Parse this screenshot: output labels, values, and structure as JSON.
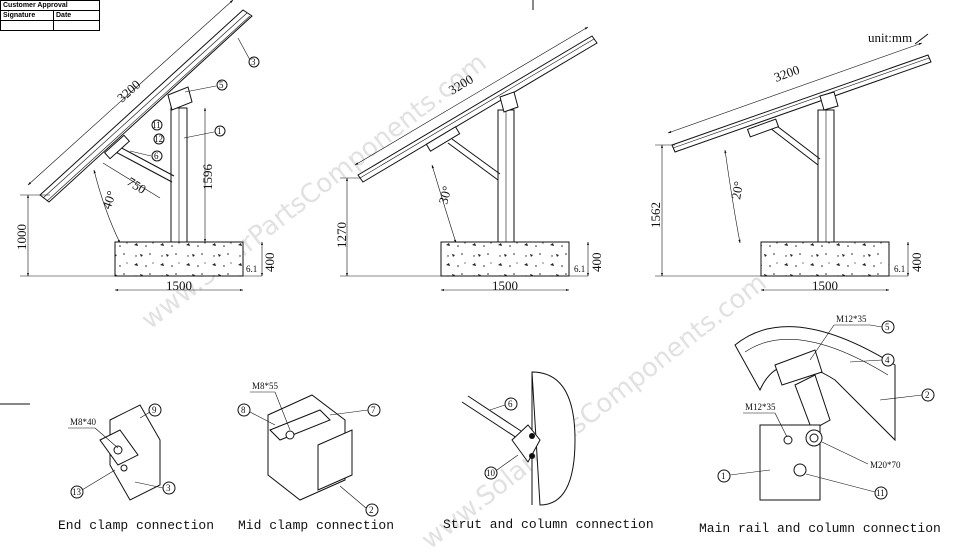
{
  "approval": {
    "title": "Customer Approval",
    "signature": "Signature",
    "date": "Date"
  },
  "unit_label": "unit:mm",
  "watermark": "www.SolarPartsComponents.com",
  "elevations": [
    {
      "panel": "3200",
      "tilt": "40°",
      "height": "1000",
      "column": "1596",
      "strut": "750",
      "base_w": "1500",
      "base_h": "400",
      "tag": "6.1"
    },
    {
      "panel": "3200",
      "tilt": "30°",
      "height": "1270",
      "base_w": "1500",
      "base_h": "400",
      "tag": "6.1"
    },
    {
      "panel": "3200",
      "tilt": "20°",
      "height": "1562",
      "base_w": "1500",
      "base_h": "400",
      "tag": "6.1"
    }
  ],
  "callouts_main": [
    "3",
    "5",
    "1",
    "11",
    "12",
    "6"
  ],
  "details": [
    {
      "caption": "End clamp connection",
      "bolt": "M8*40",
      "items": [
        "9",
        "13",
        "3"
      ]
    },
    {
      "caption": "Mid clamp connection",
      "bolt": "M8*55",
      "items": [
        "8",
        "7",
        "2"
      ]
    },
    {
      "caption": "Strut and column connection",
      "items": [
        "6",
        "10"
      ]
    },
    {
      "caption": "Main rail and column connection",
      "bolt_top": "M12*35",
      "bolt_left": "M12*35",
      "bolt_right": "M20*70",
      "items": [
        "5",
        "4",
        "2",
        "1",
        "11"
      ]
    }
  ]
}
